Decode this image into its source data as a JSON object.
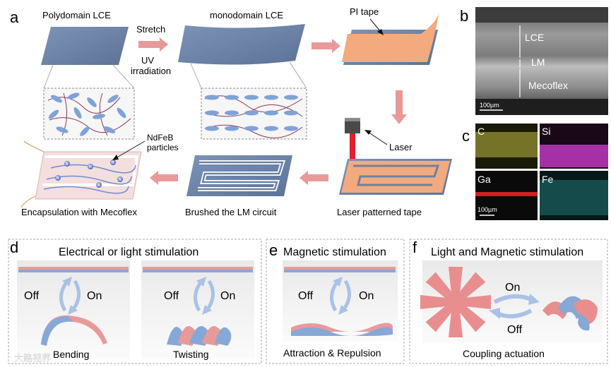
{
  "panel_labels": {
    "a": "a",
    "b": "b",
    "c": "c",
    "d": "d",
    "e": "e",
    "f": "f"
  },
  "panel_a": {
    "polydomain": "Polydomain LCE",
    "monodomain": "monodomain LCE",
    "stretch": "Stretch",
    "uv": "UV",
    "irradiation": "irradiation",
    "pi_tape": "PI tape",
    "laser": "Laser",
    "laser_patterned": "Laser patterned tape",
    "brushed": "Brushed the LM circuit",
    "encapsulation": "Encapsulation with Mecoflex",
    "ndfeb_1": "NdFeB",
    "ndfeb_2": "particles",
    "particle_letter": "N"
  },
  "panel_b": {
    "lce": "LCE",
    "lm": "LM",
    "mecoflex": "Mecoflex",
    "scale": "100µm"
  },
  "panel_c": {
    "c": "C",
    "si": "Si",
    "ga": "Ga",
    "fe": "Fe",
    "scale": "100µm"
  },
  "panel_d": {
    "title": "Electrical or light stimulation",
    "off": "Off",
    "on": "On",
    "bending": "Bending",
    "twisting": "Twisting"
  },
  "panel_e": {
    "title": "Magnetic stimulation",
    "off": "Off",
    "on": "On",
    "caption": "Attraction & Repulsion"
  },
  "panel_f": {
    "title": "Light and Magnetic stimulation",
    "on": "On",
    "off": "Off",
    "caption": "Coupling actuation"
  },
  "watermark": "大路视界",
  "colors": {
    "lce": "#6b82a6",
    "tape": "#f2aa7e",
    "arrow": "#e8999a",
    "pink": "#ea8c8c",
    "blue": "#86a8d6",
    "laser": "#e0202a"
  }
}
